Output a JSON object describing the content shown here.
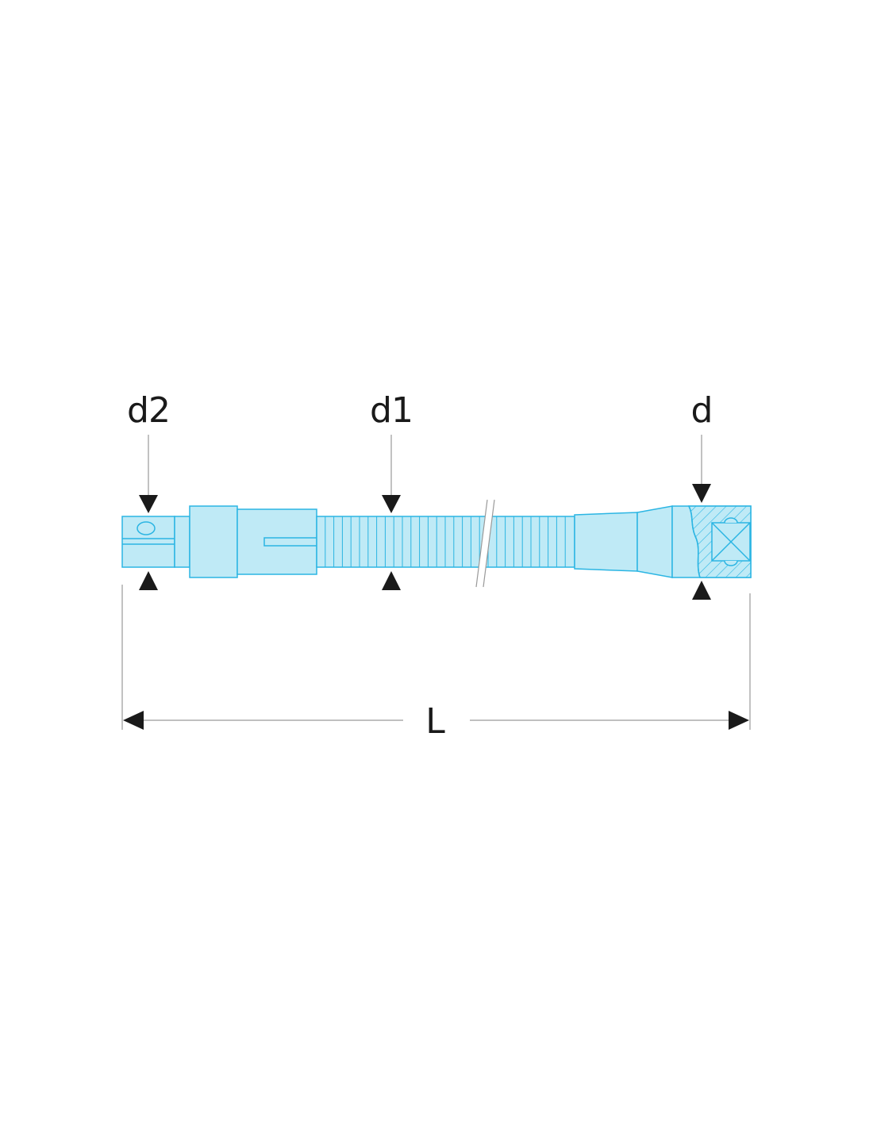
{
  "labels": {
    "d2": "d2",
    "d1": "d1",
    "d": "d",
    "L": "L"
  },
  "colors": {
    "part_fill": "#bfeaf6",
    "part_stroke": "#2bb5e3",
    "dimension_line": "#9a9a9a",
    "arrow": "#1a1a1a",
    "label": "#1a1a1a"
  }
}
